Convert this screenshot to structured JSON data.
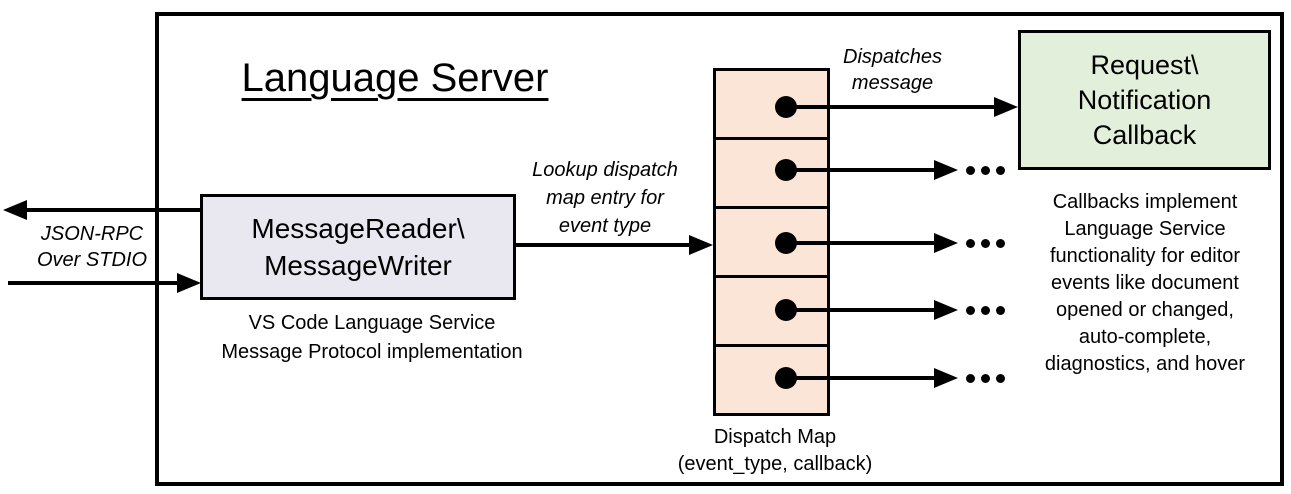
{
  "colors": {
    "reader_fill": "#E9E8F0",
    "dispatch_fill": "#FBE5D6",
    "callback_fill": "#E2EFDA",
    "line": "#000000"
  },
  "diagram": {
    "title": "Language Server"
  },
  "stdio": {
    "label": "JSON-RPC\nOver STDIO"
  },
  "message_reader": {
    "label": "MessageReader\\\nMessageWriter",
    "caption": "VS Code Language Service\nMessage Protocol implementation"
  },
  "lookup": {
    "label": "Lookup dispatch\nmap entry for\nevent type"
  },
  "dispatch_map": {
    "rows": 5,
    "caption": "Dispatch Map\n(event_type, callback)"
  },
  "dispatches": {
    "label": "Dispatches\nmessage"
  },
  "callback": {
    "label": "Request\\\nNotification\nCallback",
    "caption": "Callbacks implement\nLanguage Service\nfunctionality for editor\nevents like document\nopened or changed,\nauto-complete,\ndiagnostics, and hover"
  },
  "icons": {
    "ellipsis": "…",
    "arrowhead": "▶",
    "dispatch_dot": "●"
  }
}
